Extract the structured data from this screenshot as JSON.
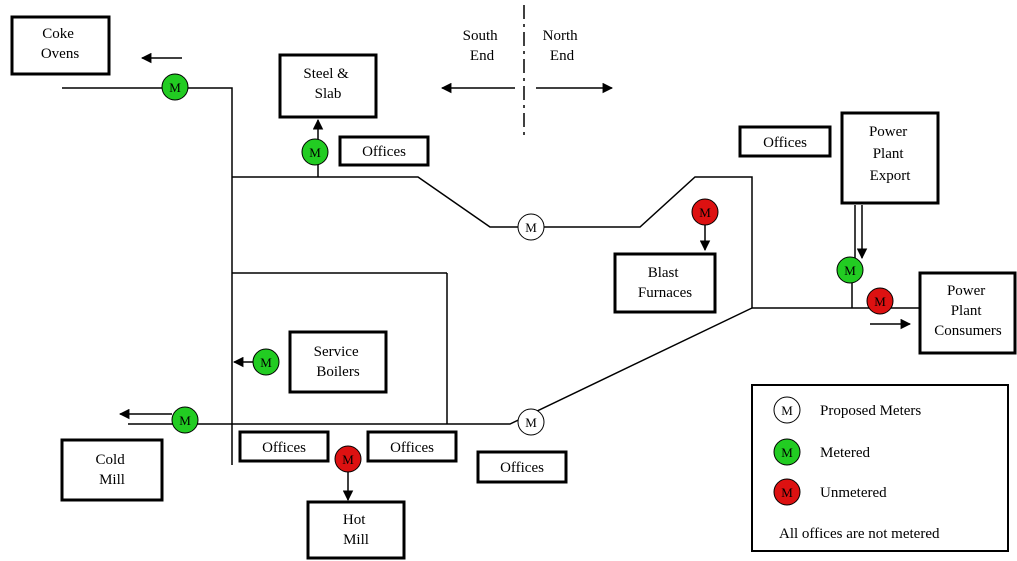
{
  "colors": {
    "metered": "#22cc22",
    "unmetered": "#dd1111",
    "proposed": "#ffffff",
    "line": "#000000"
  },
  "meter_symbol": "M",
  "direction": {
    "south": [
      "South",
      "End"
    ],
    "north": [
      "North",
      "End"
    ]
  },
  "nodes": {
    "coke_ovens": [
      "Coke",
      "Ovens"
    ],
    "steel_slab": [
      "Steel &",
      "Slab"
    ],
    "offices_steel": [
      "Offices"
    ],
    "offices_top_right": [
      "Offices"
    ],
    "power_export": [
      "Power",
      "Plant",
      "Export"
    ],
    "blast_furnaces": [
      "Blast",
      "Furnaces"
    ],
    "power_consumers": [
      "Power",
      "Plant",
      "Consumers"
    ],
    "service_boilers": [
      "Service",
      "Boilers"
    ],
    "cold_mill": [
      "Cold",
      "Mill"
    ],
    "offices_hot_left": [
      "Offices"
    ],
    "offices_hot_right": [
      "Offices"
    ],
    "offices_bottom": [
      "Offices"
    ],
    "hot_mill": [
      "Hot",
      "Mill"
    ]
  },
  "legend": {
    "proposed": "Proposed Meters",
    "metered": "Metered",
    "unmetered": "Unmetered",
    "note": "All offices are not metered"
  }
}
